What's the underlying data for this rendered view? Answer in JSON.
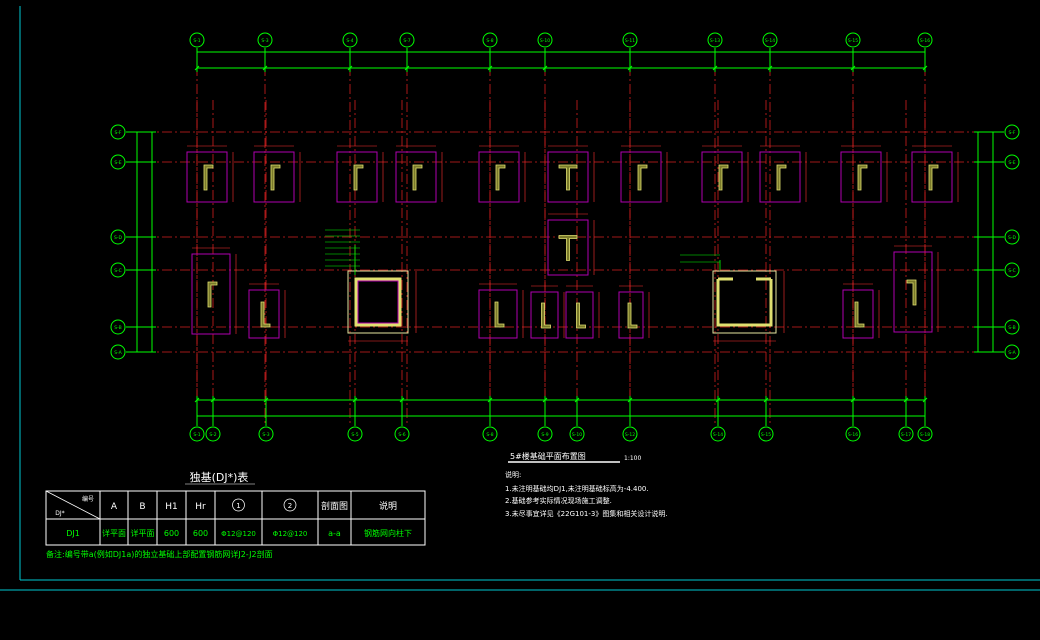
{
  "colors": {
    "background": "#000000",
    "frame": "#00c8d2",
    "axis": "#00ff00",
    "grid": "#ff2a2a",
    "dim": "#ff3030",
    "text": "#ffffff",
    "column": "#e6e664",
    "footing": "#c000c0",
    "note": "#00ff00"
  },
  "top_axes": [
    "S-1",
    "S-3",
    "S-4",
    "S-7",
    "S-8",
    "S-10",
    "S-11",
    "S-13",
    "S-14",
    "S-15",
    "S-16"
  ],
  "bottom_axes": [
    "S-1",
    "S-2",
    "S-3",
    "S-5",
    "S-6",
    "S-8",
    "S-9",
    "S-10",
    "S-12",
    "S-14",
    "S-15",
    "S-16",
    "S-17",
    "S-18"
  ],
  "left_axes": [
    "S-F",
    "S-E",
    "S-D",
    "S-C",
    "S-B",
    "S-A"
  ],
  "right_axes": [
    "S-F",
    "S-E",
    "S-D",
    "S-C",
    "S-B",
    "S-A"
  ],
  "table": {
    "title": "独基(DJ*)表",
    "corner_top": "编号",
    "corner_bottom": "DJ*",
    "headers": [
      "A",
      "B",
      "H1",
      "Hr",
      "①",
      "②",
      "剖面图",
      "说明"
    ],
    "row": [
      "DJ1",
      "详平面",
      "详平面",
      "600",
      "600",
      "Φ12@120",
      "Φ12@120",
      "a-a",
      "钢筋网向柱下"
    ]
  },
  "table_note": "备注:编号带a(例如DJ1a)的独立基础上部配置钢筋网详J2-J2剖面",
  "plan_title": "5#楼基础平面布置图",
  "plan_scale": "1:100",
  "notes": {
    "heading": "说明:",
    "lines": [
      "1.未注明基础均DJ1,未注明基础标高为-4.400.",
      "2.基础参考实际情况现场施工调整.",
      "3.未尽事宜详见《22G101-3》图集和相关设计说明."
    ]
  }
}
